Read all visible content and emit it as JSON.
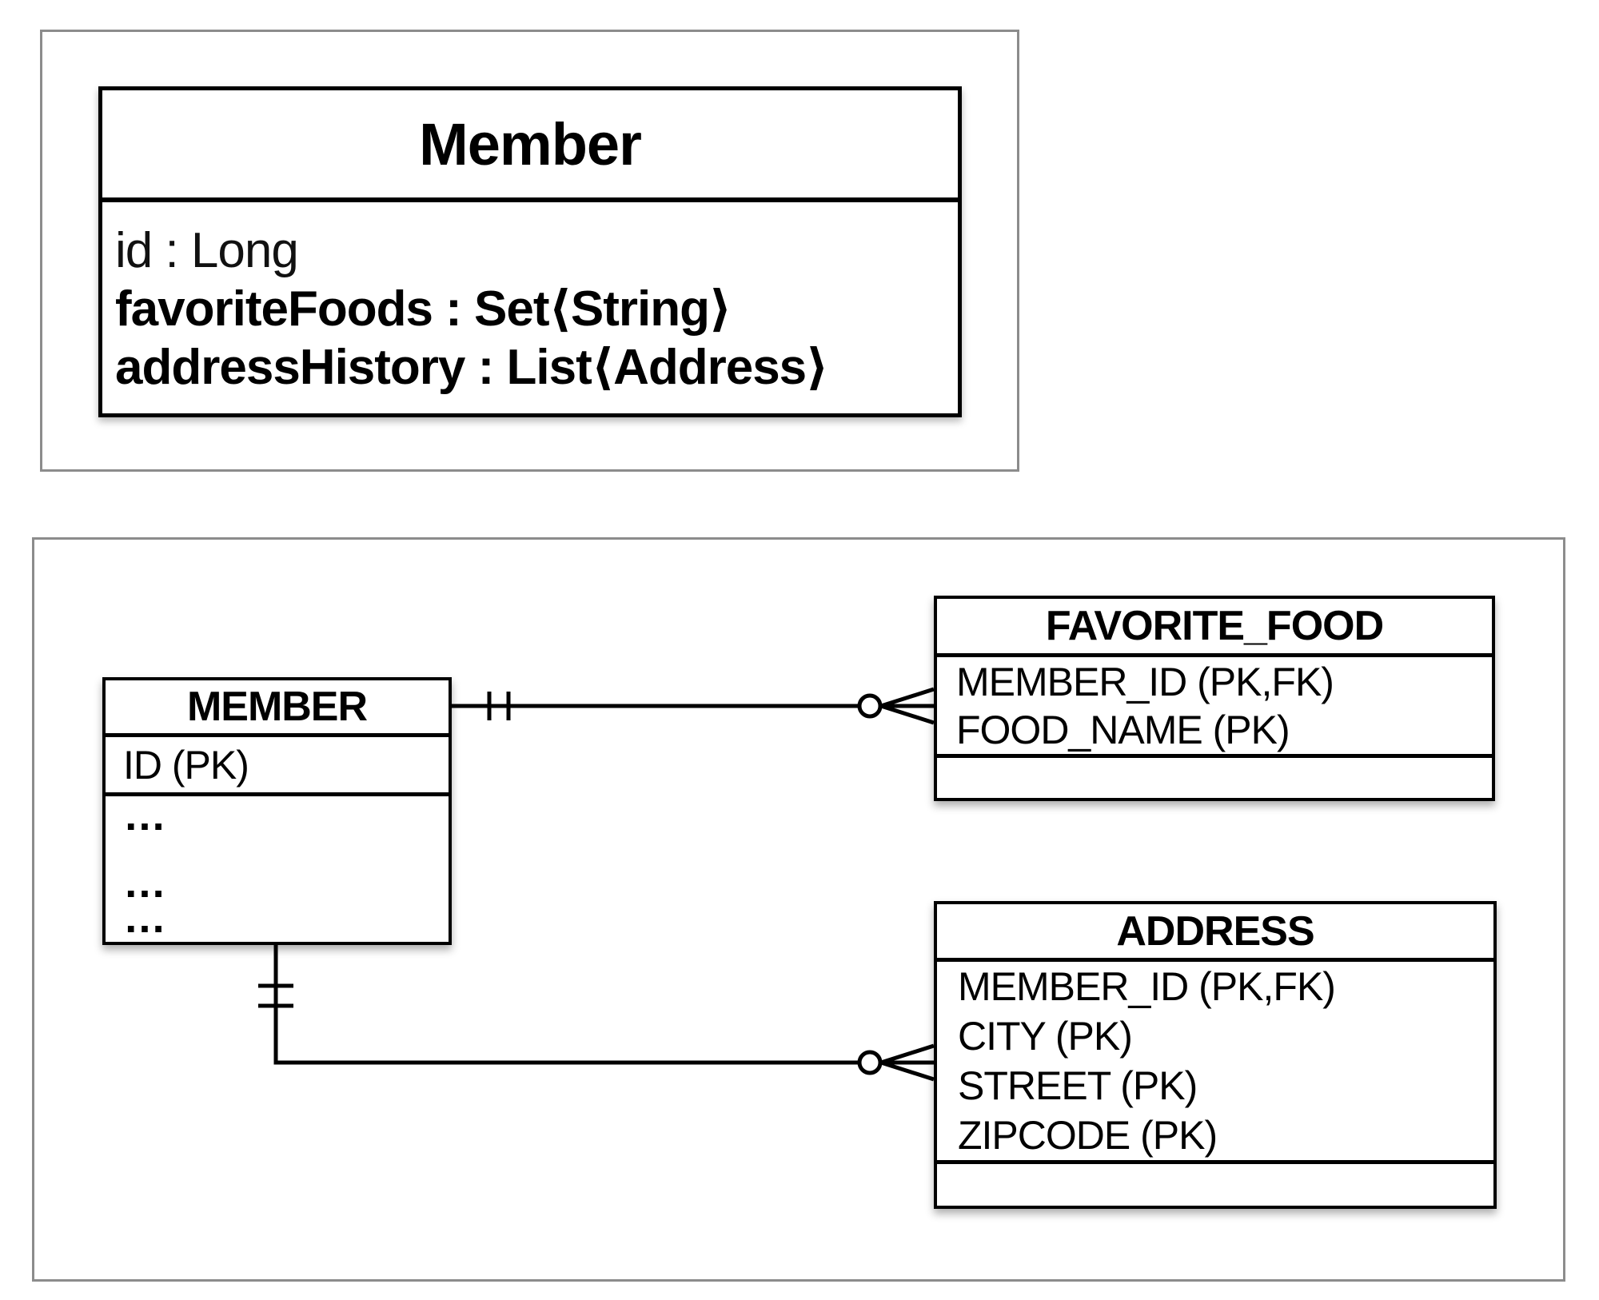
{
  "uml_panel": {
    "class_title": "Member",
    "attributes": [
      {
        "text": "id : Long",
        "weight": "regular"
      },
      {
        "text": "favoriteFoods : Set⟨String⟩",
        "weight": "bold"
      },
      {
        "text": "addressHistory : List⟨Address⟩",
        "weight": "bold"
      }
    ]
  },
  "er_panel": {
    "tables": [
      {
        "name": "MEMBER",
        "columns": [
          "ID (PK)"
        ],
        "ellipsis_rows": [
          "…",
          "…",
          "…"
        ]
      },
      {
        "name": "FAVORITE_FOOD",
        "columns": [
          "MEMBER_ID (PK,FK)",
          "FOOD_NAME (PK)"
        ]
      },
      {
        "name": "ADDRESS",
        "columns": [
          "MEMBER_ID (PK,FK)",
          "CITY (PK)",
          "STREET (PK)",
          "ZIPCODE (PK)"
        ]
      }
    ],
    "relationships": [
      {
        "from_table": "MEMBER",
        "to_table": "FAVORITE_FOOD",
        "from_cardinality": "exactly-one",
        "to_cardinality": "zero-or-many"
      },
      {
        "from_table": "MEMBER",
        "to_table": "ADDRESS",
        "from_cardinality": "exactly-one",
        "to_cardinality": "zero-or-many"
      }
    ]
  },
  "colors": {
    "line": "#000000",
    "table_border": "#000000",
    "frame_border": "#8c8c8c",
    "text": "#000000",
    "background": "#ffffff"
  }
}
